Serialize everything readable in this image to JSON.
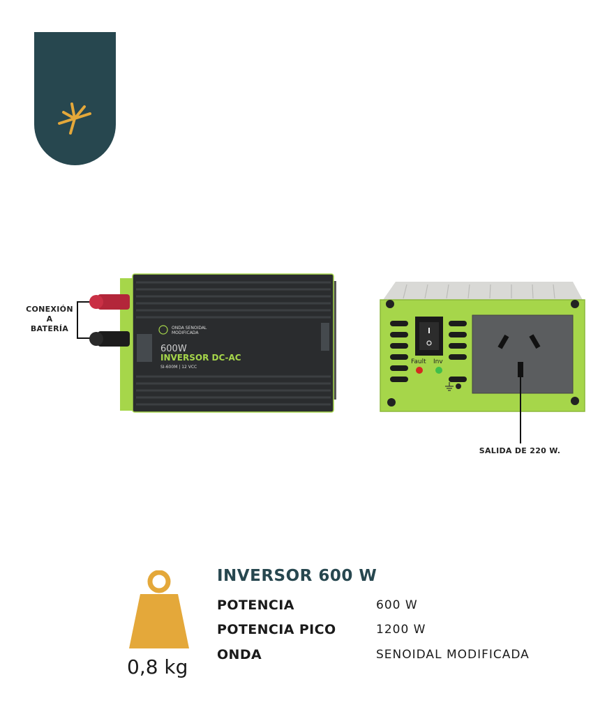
{
  "brand": {
    "icon": "asterisk-sun-icon",
    "badge_color": "#27474f",
    "icon_color": "#e4a83a"
  },
  "front_view": {
    "label_line1": "ONDA SENOIDAL",
    "label_line2": "MODIFICADA",
    "power": "600W",
    "name": "INVERSOR DC-AC",
    "model": "SI-600M | 12 VCC"
  },
  "back_view": {
    "fault_label": "Fault",
    "inv_label": "Inv"
  },
  "callouts": {
    "battery_line1": "CONEXIÓN",
    "battery_line2": "A",
    "battery_line3": "BATERÍA",
    "output": "SALIDA DE 220 W."
  },
  "weight": {
    "icon": "weight-icon",
    "value": "0,8 kg"
  },
  "product": {
    "title": "INVERSOR 600 W",
    "specs": [
      {
        "label": "POTENCIA",
        "value": "600 W"
      },
      {
        "label": "POTENCIA PICO",
        "value": "1200 W"
      },
      {
        "label": "ONDA",
        "value": "SENOIDAL MODIFICADA"
      }
    ]
  },
  "colors": {
    "accent_green": "#a6d64a",
    "body_dark": "#2a2c2e",
    "title": "#27474f",
    "weight_icon": "#e4a83a"
  }
}
